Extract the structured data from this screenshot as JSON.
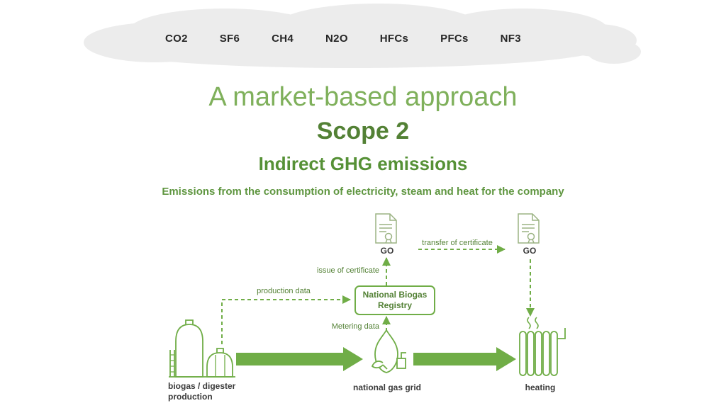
{
  "cloud": {
    "gases": [
      "CO2",
      "SF6",
      "CH4",
      "N2O",
      "HFCs",
      "PFCs",
      "NF3"
    ]
  },
  "header": {
    "title": "A market-based approach",
    "scope": "Scope 2",
    "subtitle": "Indirect GHG emissions",
    "description": "Emissions from the consumption of electricity, steam and heat for the company"
  },
  "diagram": {
    "go_left_label": "GO",
    "go_right_label": "GO",
    "transfer_label": "transfer of certificate",
    "issue_label": "issue of certificate",
    "registry_label": "National Biogas Registry",
    "production_label": "production data",
    "metering_label": "Metering data",
    "biogas_label": "biogas / digester production",
    "grid_label": "national gas grid",
    "heating_label": "heating"
  },
  "colors": {
    "accent_green": "#70AD47",
    "dark_green": "#538135",
    "title_green": "#7fb05b",
    "certificate_green": "#9bb383",
    "cloud_gray": "#ececec",
    "text_dark": "#333333"
  }
}
